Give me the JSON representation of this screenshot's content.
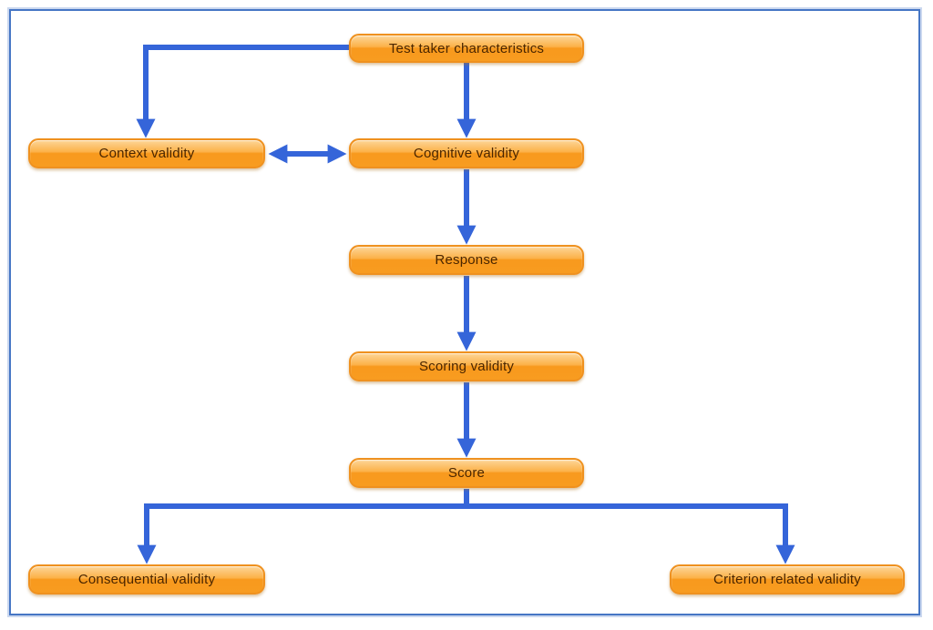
{
  "diagram": {
    "nodes": {
      "test_taker": {
        "label": "Test taker characteristics"
      },
      "context": {
        "label": "Context validity"
      },
      "cognitive": {
        "label": "Cognitive validity"
      },
      "response": {
        "label": "Response"
      },
      "scoring": {
        "label": "Scoring validity"
      },
      "score": {
        "label": "Score"
      },
      "consequential": {
        "label": "Consequential validity"
      },
      "criterion": {
        "label": "Criterion related validity"
      }
    },
    "edges": [
      {
        "from": "test_taker",
        "to": "context",
        "type": "arrow"
      },
      {
        "from": "test_taker",
        "to": "cognitive",
        "type": "arrow"
      },
      {
        "from": "context",
        "to": "cognitive",
        "type": "double-arrow"
      },
      {
        "from": "cognitive",
        "to": "response",
        "type": "arrow"
      },
      {
        "from": "response",
        "to": "scoring",
        "type": "arrow"
      },
      {
        "from": "scoring",
        "to": "score",
        "type": "arrow"
      },
      {
        "from": "score",
        "to": "consequential",
        "type": "arrow"
      },
      {
        "from": "score",
        "to": "criterion",
        "type": "arrow"
      }
    ],
    "colors": {
      "node_fill_top": "#fdd699",
      "node_fill_bottom": "#f89c20",
      "node_border": "#ef911f",
      "node_text": "#4a2600",
      "arrow": "#3565d9",
      "frame_border": "#4676c5"
    }
  }
}
